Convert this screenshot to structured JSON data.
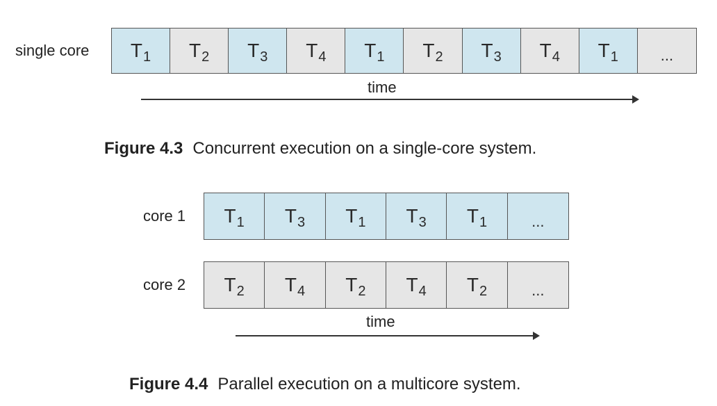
{
  "figure_4_3": {
    "row_label": "single core",
    "cells": [
      {
        "letter": "T",
        "sub": "1",
        "color": "blue"
      },
      {
        "letter": "T",
        "sub": "2",
        "color": "gray"
      },
      {
        "letter": "T",
        "sub": "3",
        "color": "blue"
      },
      {
        "letter": "T",
        "sub": "4",
        "color": "gray"
      },
      {
        "letter": "T",
        "sub": "1",
        "color": "blue"
      },
      {
        "letter": "T",
        "sub": "2",
        "color": "gray"
      },
      {
        "letter": "T",
        "sub": "3",
        "color": "blue"
      },
      {
        "letter": "T",
        "sub": "4",
        "color": "gray"
      },
      {
        "letter": "T",
        "sub": "1",
        "color": "blue"
      },
      {
        "letter": "...",
        "sub": "",
        "color": "gray"
      }
    ],
    "time_label": "time",
    "caption_number": "Figure 4.3",
    "caption_text": "Concurrent execution on a single-core system."
  },
  "figure_4_4": {
    "core1": {
      "label": "core 1",
      "cells": [
        {
          "letter": "T",
          "sub": "1",
          "color": "blue"
        },
        {
          "letter": "T",
          "sub": "3",
          "color": "blue"
        },
        {
          "letter": "T",
          "sub": "1",
          "color": "blue"
        },
        {
          "letter": "T",
          "sub": "3",
          "color": "blue"
        },
        {
          "letter": "T",
          "sub": "1",
          "color": "blue"
        },
        {
          "letter": "...",
          "sub": "",
          "color": "blue"
        }
      ]
    },
    "core2": {
      "label": "core 2",
      "cells": [
        {
          "letter": "T",
          "sub": "2",
          "color": "gray"
        },
        {
          "letter": "T",
          "sub": "4",
          "color": "gray"
        },
        {
          "letter": "T",
          "sub": "2",
          "color": "gray"
        },
        {
          "letter": "T",
          "sub": "4",
          "color": "gray"
        },
        {
          "letter": "T",
          "sub": "2",
          "color": "gray"
        },
        {
          "letter": "...",
          "sub": "",
          "color": "gray"
        }
      ]
    },
    "time_label": "time",
    "caption_number": "Figure 4.4",
    "caption_text": "Parallel execution on a multicore system."
  },
  "colors": {
    "blue": "#cfe6ef",
    "gray": "#e6e6e6",
    "border": "#555555",
    "text": "#222222"
  }
}
